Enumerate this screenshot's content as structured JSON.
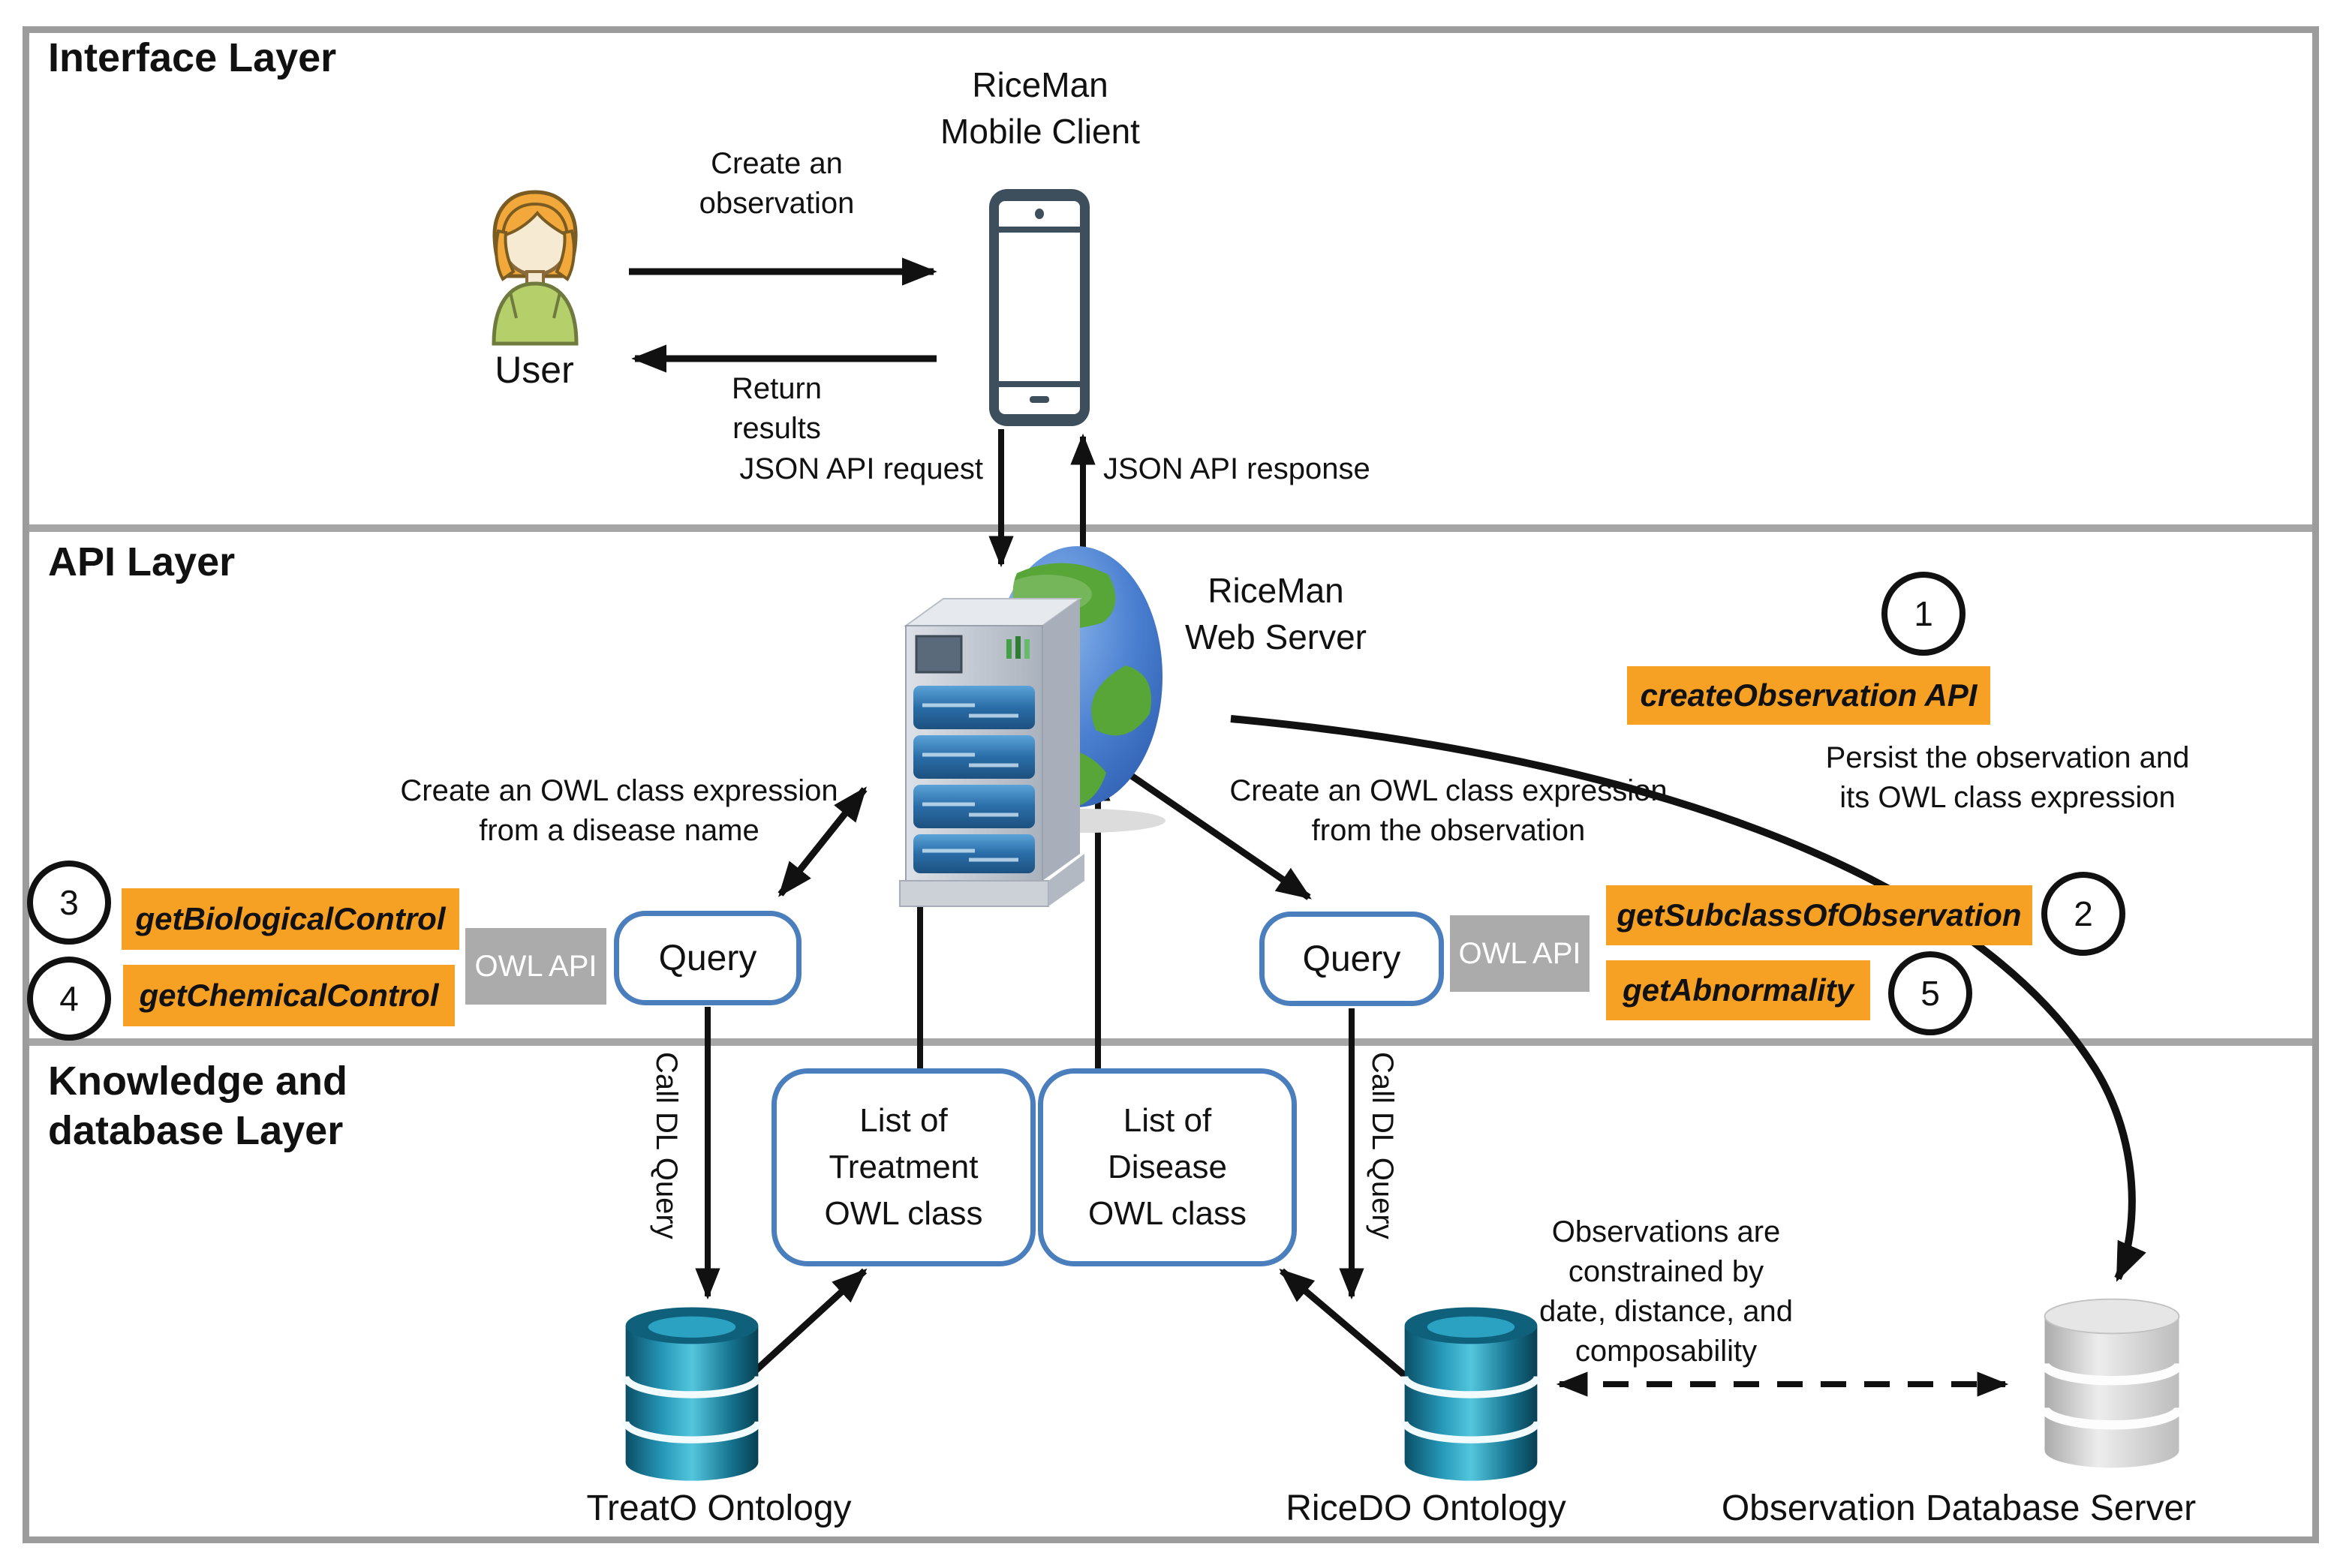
{
  "colors": {
    "accent_orange": "#F7A124",
    "gray_label_box": "#ABABAB",
    "blue_box_border": "#4A7EBD",
    "layer_border_gray": "#9C9C9C",
    "phone_dark": "#3D4F5D",
    "ontology_teal": "#1E89A6",
    "database_gray": "#D9D9D9"
  },
  "icons": {
    "user": "user-icon",
    "mobile_client": "smartphone-icon",
    "web_server": "server-tower-icon",
    "globe": "globe-icon",
    "treato_db": "database-cylinder-icon",
    "ricedo_db": "database-cylinder-icon",
    "observation_db": "database-cylinder-icon"
  },
  "interface_layer": {
    "title": "Interface Layer",
    "user_label": "User",
    "mobile_client_title": "RiceMan\nMobile Client",
    "create_observation": "Create an\nobservation",
    "return_results": "Return\nresults",
    "json_request": "JSON API request",
    "json_response": "JSON API response"
  },
  "api_layer": {
    "title": "API Layer",
    "web_server_title": "RiceMan\nWeb Server",
    "query_label": "Query",
    "owl_api_label": "OWL API",
    "badges": [
      {
        "num": "1",
        "label": "createObservation API"
      },
      {
        "num": "2",
        "label": "getSubclassOfObservation"
      },
      {
        "num": "3",
        "label": "getBiologicalControl"
      },
      {
        "num": "4",
        "label": "getChemicalControl"
      },
      {
        "num": "5",
        "label": "getAbnormality"
      }
    ],
    "persist_note": "Persist the observation and\nits OWL class expression",
    "disease_note": "Create an OWL class expression\nfrom a disease name",
    "observation_note": "Create an OWL class expression\nfrom the observation"
  },
  "knowledge_layer": {
    "title": "Knowledge and\ndatabase Layer",
    "call_dl_query": "Call DL Query",
    "treato_label": "TreatO Ontology",
    "ricedo_label": "RiceDO Ontology",
    "observation_db_label": "Observation Database Server",
    "list_treatment": "List of\nTreatment\nOWL class",
    "list_disease": "List of\nDisease\nOWL class",
    "constraint_note": "Observations are\nconstrained by\ndate, distance, and\ncomposability"
  }
}
